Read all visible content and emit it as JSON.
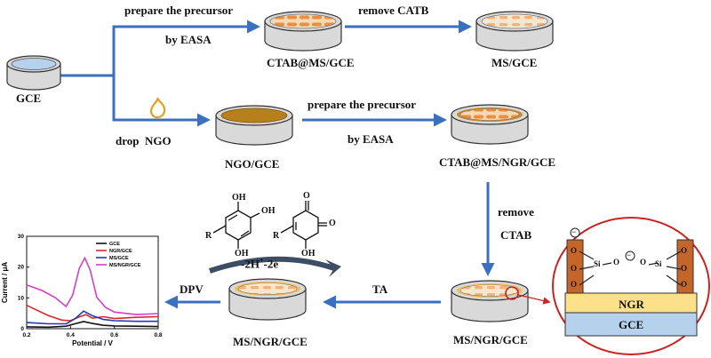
{
  "electrodes": {
    "gce": "GCE",
    "ctab_ms_gce": "CTAB@MS/GCE",
    "ms_gce": "MS/GCE",
    "ngo_gce": "NGO/GCE",
    "ctab_ms_ngr_gce": "CTAB@MS/NGR/GCE",
    "ms_ngr_gce_right": "MS/NGR/GCE",
    "ms_ngr_gce_left": "MS/NGR/GCE"
  },
  "steps": {
    "prepare_precursor_1": "prepare the precursor",
    "by_easa_1": "by EASA",
    "remove_catb": "remove CATB",
    "drop_ngo": "drop  NGO",
    "prepare_precursor_2": "prepare the precursor",
    "by_easa_2": "by EASA",
    "remove": "remove",
    "ctab": "CTAB",
    "ta": "TA",
    "dpv": "DPV"
  },
  "reaction": {
    "electron_label": "-2H",
    "plus_sup": "+",
    "electron_tail": "-2e",
    "reactant_oh_top": "OH",
    "reactant_oh_mid": "OH",
    "reactant_oh_bot": "OH",
    "reactant_r": "R",
    "product_o_top": "O",
    "product_o_mid": "O",
    "product_oh": "OH",
    "product_r": "R"
  },
  "inset": {
    "ngr": "NGR",
    "gce": "GCE",
    "left_o1": "O",
    "left_o2": "O",
    "left_o3": "O",
    "left_si": "Si",
    "left_o_out": "O",
    "right_o_out": "O",
    "right_si": "Si",
    "right_o1": "O",
    "right_o2": "O",
    "right_o3": "O",
    "minus_left": "−",
    "minus_right": "−"
  },
  "colors": {
    "arrow": "#3b6fc0",
    "ring": "#cc2222",
    "ngr_layer": "#fde08a",
    "gce_layer": "#b6d1ec",
    "pillar": "#c5652a",
    "ngo_fill": "#b7801c",
    "ms_orange": "#ee8d40"
  },
  "chart_data": {
    "type": "line",
    "title": "",
    "xlabel": "Potential / V",
    "ylabel": "Current / μA",
    "xlim": [
      0.2,
      0.8
    ],
    "ylim": [
      0,
      30
    ],
    "x_ticks": [
      "0.2",
      "0.4",
      "0.6",
      "0.8"
    ],
    "y_ticks": [
      "0",
      "10",
      "20",
      "30"
    ],
    "legend_position": "top-right",
    "series": [
      {
        "name": "GCE",
        "color": "#111111",
        "x": [
          0.2,
          0.3,
          0.38,
          0.42,
          0.46,
          0.5,
          0.55,
          0.6,
          0.7,
          0.8
        ],
        "y": [
          0.6,
          0.5,
          0.8,
          1.6,
          2.3,
          1.7,
          1.1,
          0.9,
          0.8,
          0.7
        ]
      },
      {
        "name": "NGR/GCE",
        "color": "#d62a2a",
        "x": [
          0.2,
          0.3,
          0.36,
          0.4,
          0.44,
          0.47,
          0.5,
          0.55,
          0.6,
          0.7,
          0.8
        ],
        "y": [
          7.6,
          4.2,
          2.8,
          2.6,
          3.8,
          4.6,
          3.4,
          3.9,
          3.3,
          3.7,
          3.9
        ]
      },
      {
        "name": "MS/GCE",
        "color": "#1f3bb3",
        "x": [
          0.2,
          0.3,
          0.38,
          0.42,
          0.46,
          0.5,
          0.55,
          0.6,
          0.7,
          0.8
        ],
        "y": [
          2.0,
          1.6,
          1.6,
          3.2,
          5.7,
          4.2,
          3.0,
          2.6,
          2.4,
          2.4
        ]
      },
      {
        "name": "MS/NGR/GCE",
        "color": "#d43fc7",
        "x": [
          0.2,
          0.27,
          0.33,
          0.38,
          0.41,
          0.44,
          0.465,
          0.49,
          0.52,
          0.56,
          0.6,
          0.7,
          0.8
        ],
        "y": [
          14.2,
          12.4,
          10.1,
          7.2,
          10.9,
          19.6,
          23.0,
          19.0,
          10.2,
          6.9,
          5.4,
          4.6,
          4.9
        ]
      }
    ]
  }
}
